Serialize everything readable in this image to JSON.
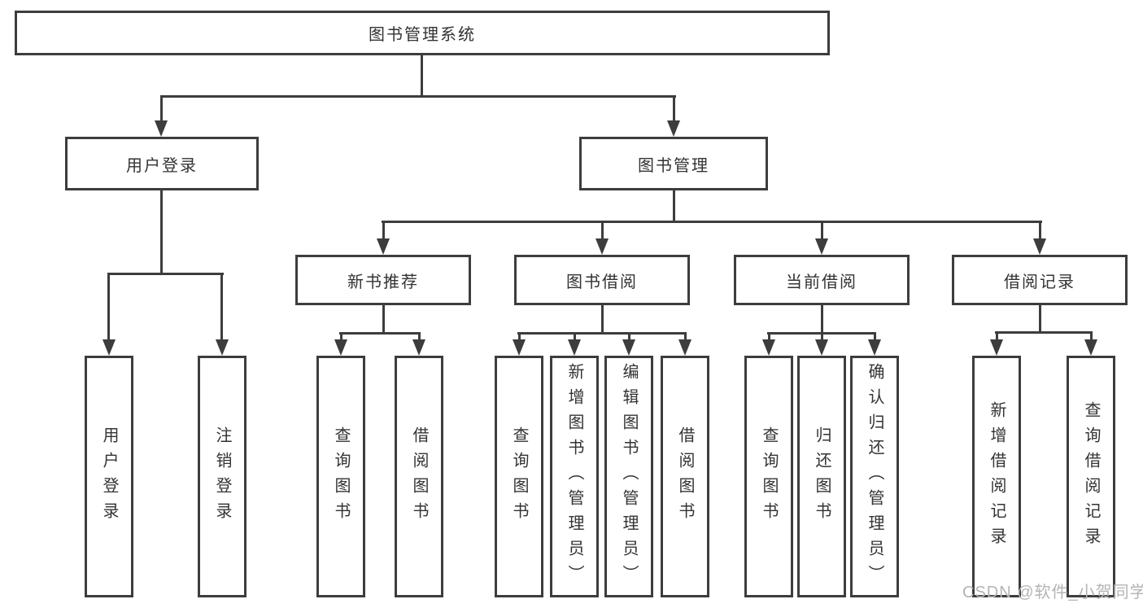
{
  "colors": {
    "line": "#3d3d3d",
    "text": "#333333",
    "watermark": "#b4b4b4",
    "background": "#ffffff"
  },
  "root": {
    "label": "图书管理系统"
  },
  "level2": [
    {
      "label": "用户登录",
      "children": [
        {
          "label": "用户登录"
        },
        {
          "label": "注销登录"
        }
      ]
    },
    {
      "label": "图书管理"
    }
  ],
  "level3": [
    {
      "label": "新书推荐",
      "children": [
        {
          "label": "查询图书"
        },
        {
          "label": "借阅图书"
        }
      ]
    },
    {
      "label": "图书借阅",
      "children": [
        {
          "label": "查询图书"
        },
        {
          "label": "新增图书（管理员）"
        },
        {
          "label": "编辑图书（管理员）"
        },
        {
          "label": "借阅图书"
        }
      ]
    },
    {
      "label": "当前借阅",
      "children": [
        {
          "label": "查询图书"
        },
        {
          "label": "归还图书"
        },
        {
          "label": "确认归还（管理员）"
        }
      ]
    },
    {
      "label": "借阅记录",
      "children": [
        {
          "label": "新增借阅记录"
        },
        {
          "label": "查询借阅记录"
        }
      ]
    }
  ],
  "watermark": {
    "text": "CSDN @软件_小贺同学"
  }
}
